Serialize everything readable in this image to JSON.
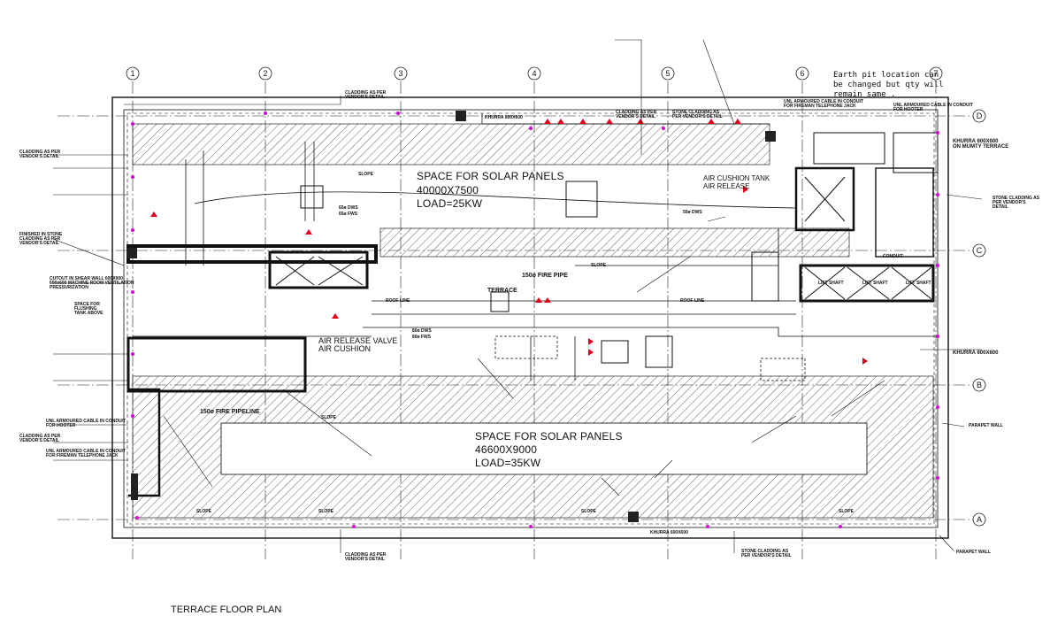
{
  "title": "TERRACE FLOOR PLAN",
  "grid_columns": [
    "1",
    "2",
    "3",
    "4",
    "5",
    "6",
    "7"
  ],
  "grid_rows": [
    "D",
    "C",
    "B",
    "A"
  ],
  "solar_zone_1": {
    "title": "SPACE FOR SOLAR PANELS",
    "size": "40000X7500",
    "load": "LOAD=25KW"
  },
  "solar_zone_2": {
    "title": "SPACE FOR SOLAR PANELS",
    "size": "46600X9000",
    "load": "LOAD=35KW"
  },
  "note_earth_pit": {
    "line1": "Earth pit location can",
    "line2": "be changed but qty will",
    "line3": "remain same ."
  },
  "labels": {
    "cladding_vendor_top": "CLADDING AS PER\nVENDOR'S DETAIL",
    "khurra_top": "KHURRA 600X600",
    "cladding_vendor_2": "CLADDING AS PER\nVENDOR'S DETAIL",
    "stone_cladding_top": "STONE CLADDING AS\nPER VENDOR'S DETAIL",
    "unl_cable_fireman": "UNL ARMOURED CABLE IN CONDUIT\nFOR FIREMAN TELEPHONE JACK",
    "unl_cable_hooter": "UNL ARMOURED CABLE IN CONDUIT\nFOR HOOTER",
    "khurra_mumty": "KHURRA 600X600\nON MUMTY TERRACE",
    "stone_cladding_right": "STONE CLADDING AS\nPER VENDOR'S\nDETAIL",
    "cladding_left": "CLADDING AS PER\nVENDOR'S DETAIL",
    "finished_stone": "FINISHED IN STONE\nCLADDING AS PER\nVENDOR'S DETAIL",
    "cutout_shear": "CUTOUT IN SHEAR WALL 600X900\n600x600 MACHINE ROOM VENTILATION\nPRESSURIZATION",
    "space_tank": "SPACE FOR\nFLUSHING\nTANK ABOVE",
    "fire_pipe_1": "150ø FIRE PIPE",
    "fire_pipe_2": "150ø FIRE PIPELINE",
    "terrace": "TERRACE",
    "roof_line_1": "ROOF LINE",
    "roof_line_2": "ROOF LINE",
    "air_release": "AIR RELEASE VALVE",
    "air_cushion": "AIR CUSHION",
    "air_cushion_tank": "AIR CUSHION TANK",
    "air_release_r": "AIR RELEASE",
    "slope": "SLOPE",
    "lift_shaft": "LIFT SHAFT",
    "parapet_wall_1": "PARAPET WALL",
    "parapet_wall_2": "PARAPET WALL",
    "cladding_bottom": "CLADDING AS PER\nVENDOR'S DETAIL",
    "khurra_bottom": "KHURRA 600X600",
    "stone_cladding_bottom": "STONE CLADDING AS\nPER VENDOR'S DETAIL",
    "khurra_right": "KHURRA 600X600",
    "unl_cable_hooter_left": "UNL ARMOURED CABLE IN CONDUIT\nFOR HOOTER",
    "cladding_left_2": "CLADDING AS PER\nVENDOR'S DETAIL",
    "unl_cable_fireman_left": "UNL ARMOURED CABLE IN CONDUIT\nFOR FIREMAN TELEPHONE JACK",
    "dws_65": "65ø DWS",
    "fws_65": "65ø FWS",
    "dws_80": "80ø DWS",
    "fws_80": "80ø FWS",
    "dws_50": "50ø DWS",
    "conduit": "CONDUIT"
  },
  "colors": {
    "line": "#111111",
    "hatch": "#555555",
    "marker_magenta": "#d600d6",
    "marker_red": "#e0001a",
    "marker_green": "#00aa33"
  }
}
